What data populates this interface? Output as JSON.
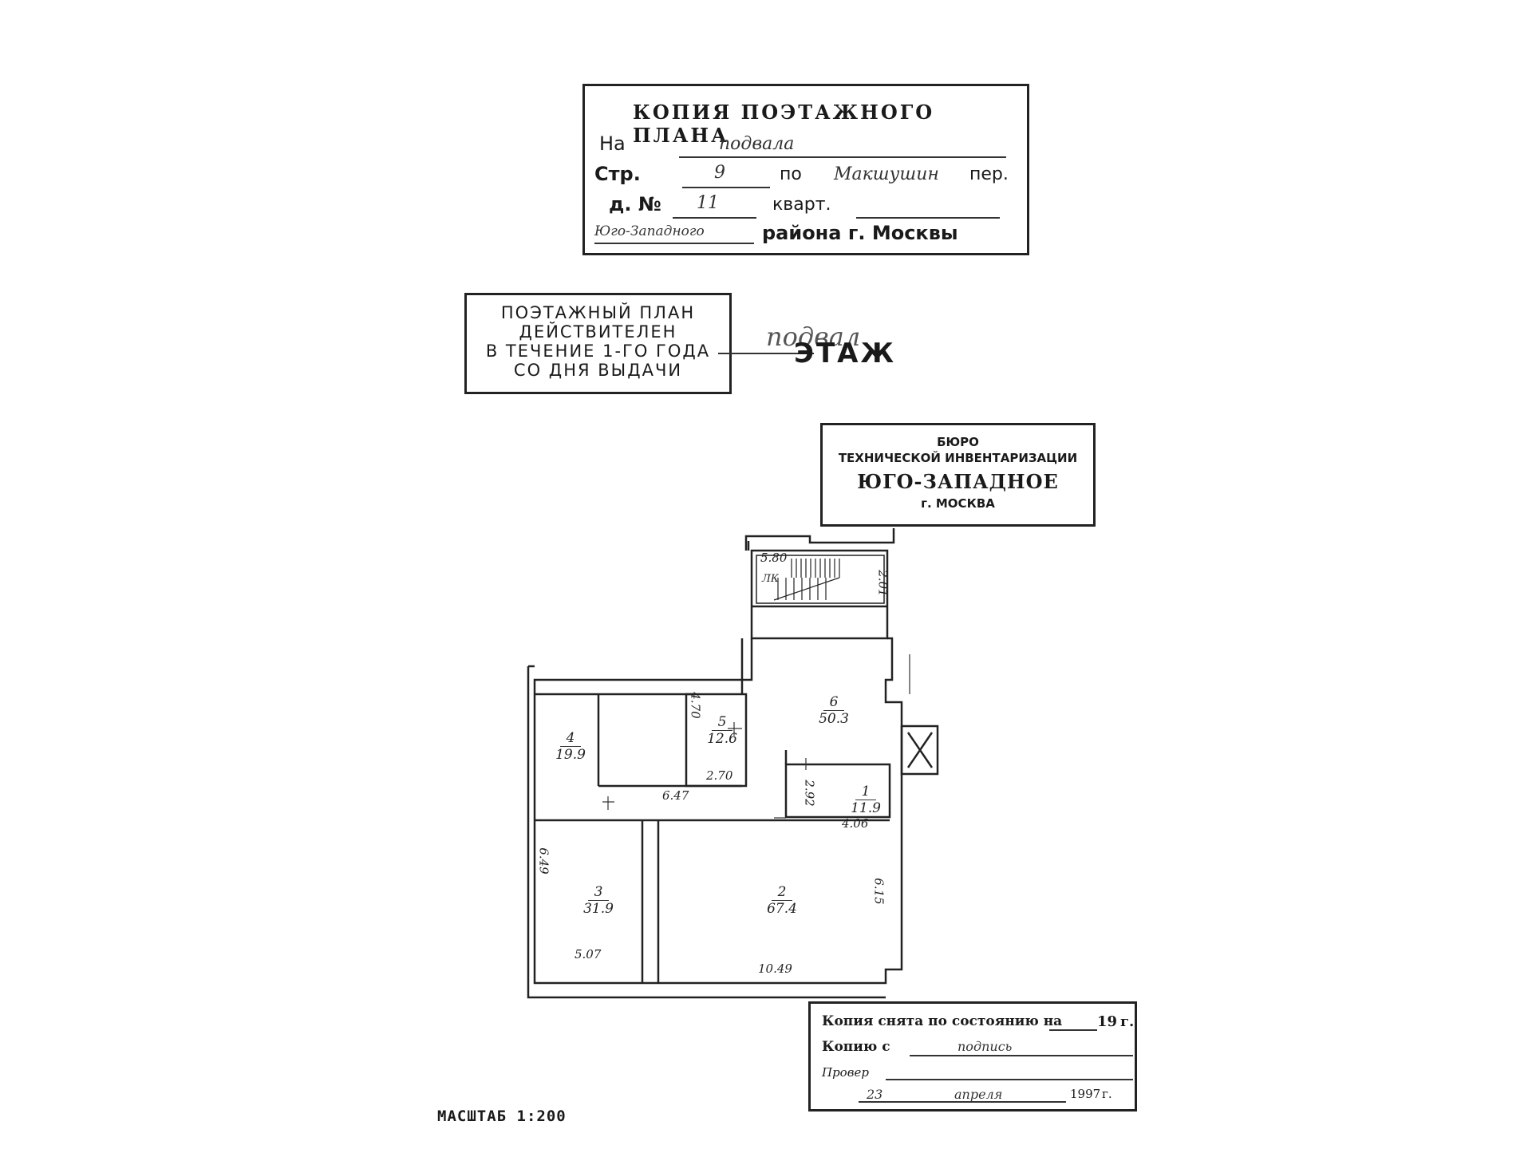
{
  "copy_stamp": {
    "title": "КОПИЯ ПОЭТАЖНОГО ПЛАНА",
    "line1_label": "На",
    "line1_hand": "подвала",
    "line2_label": "Стр.",
    "line2_num": "9",
    "line2_hand": "Макшушин",
    "line2_suffix": "пер.",
    "line3_label": "д. №",
    "line3_num": "11",
    "line3_kvart": "кварт.",
    "line4_hand": "Юго-Западного",
    "line4_text": "района г. Москвы"
  },
  "validity_stamp": {
    "l1": "ПОЭТАЖНЫЙ ПЛАН",
    "l2": "ДЕЙСТВИТЕЛЕН",
    "l3": "В ТЕЧЕНИЕ 1-ГО ГОДА",
    "l4": "СО ДНЯ ВЫДАЧИ"
  },
  "floor_label": {
    "hand": "подвал",
    "text": "ЭТАЖ"
  },
  "bti_stamp": {
    "l1": "БЮРО",
    "l2": "ТЕХНИЧЕСКОЙ ИНВЕНТАРИЗАЦИИ",
    "l3": "ЮГО-ЗАПАДНОЕ",
    "l4": "г. МОСКВА"
  },
  "rooms": [
    {
      "num": "6",
      "area": "50.3"
    },
    {
      "num": "5",
      "area": "12.6"
    },
    {
      "num": "4",
      "area": "19.9"
    },
    {
      "num": "1",
      "area": "11.9"
    },
    {
      "num": "3",
      "area": "31.9"
    },
    {
      "num": "2",
      "area": "67.4"
    }
  ],
  "stair_label": "ЛК",
  "dimensions": {
    "d1": "5.80",
    "d2": "2.01",
    "d3": "4.70",
    "d4": "2.70",
    "d5": "6.47",
    "d6": "2.92",
    "d7": "4.06",
    "d8": "6.49",
    "d9": "5.07",
    "d10": "10.49",
    "d11": "6.15"
  },
  "cert_stamp": {
    "l1_text": "Копия снята по состоянию на",
    "l1_year": "19",
    "l1_suffix": "г.",
    "l2_text": "Копию с",
    "l3_text": "Провер",
    "l4_day": "23",
    "l4_month": "апреля",
    "l4_year": "1997",
    "l4_suffix": "г."
  },
  "scale": "МАСШТАБ 1:200"
}
